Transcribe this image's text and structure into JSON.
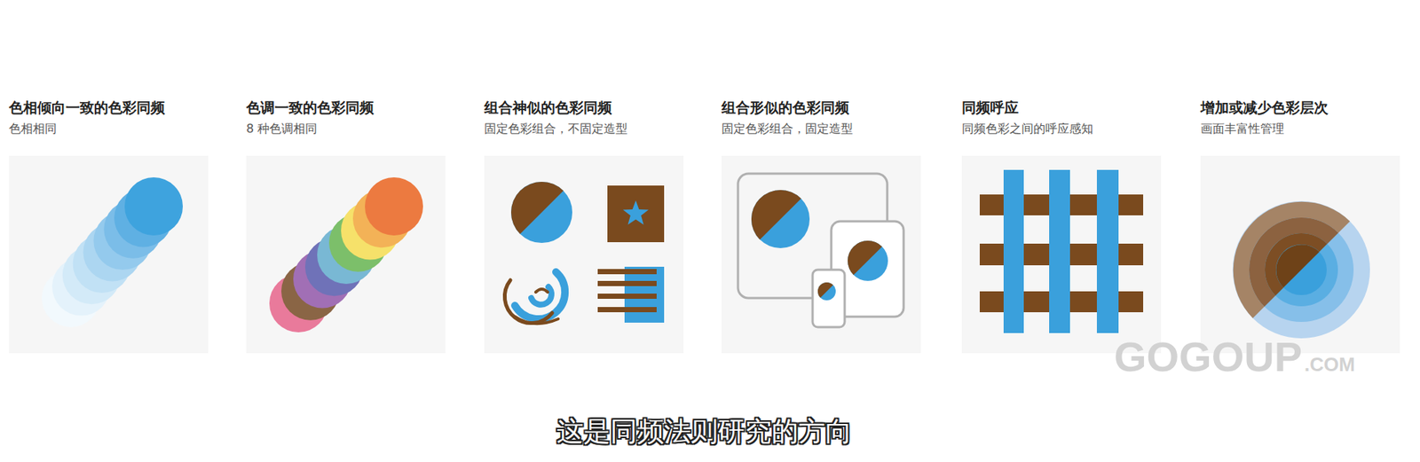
{
  "diagram": {
    "caption": "这是同频法则研究的方向",
    "nodes": [
      {
        "text": [
          "色相倾向一致的色彩同频",
          "色相相同"
        ]
      },
      {
        "text": [
          "色调一致的色彩同频",
          "8 种色调相同"
        ]
      },
      {
        "text": [
          "组合神似的色彩同频",
          "固定色彩组合，不固定造型"
        ]
      },
      {
        "text": [
          "组合形似的色彩同频",
          "固定色彩组合，固定造型"
        ]
      },
      {
        "text": [
          "同频呼应",
          "同频色彩之间的呼应感知"
        ]
      },
      {
        "text": [
          "增加或减少色彩层次",
          "画面丰富性管理"
        ]
      }
    ],
    "labels": [
      "GOGOUP",
      ".COM"
    ]
  }
}
